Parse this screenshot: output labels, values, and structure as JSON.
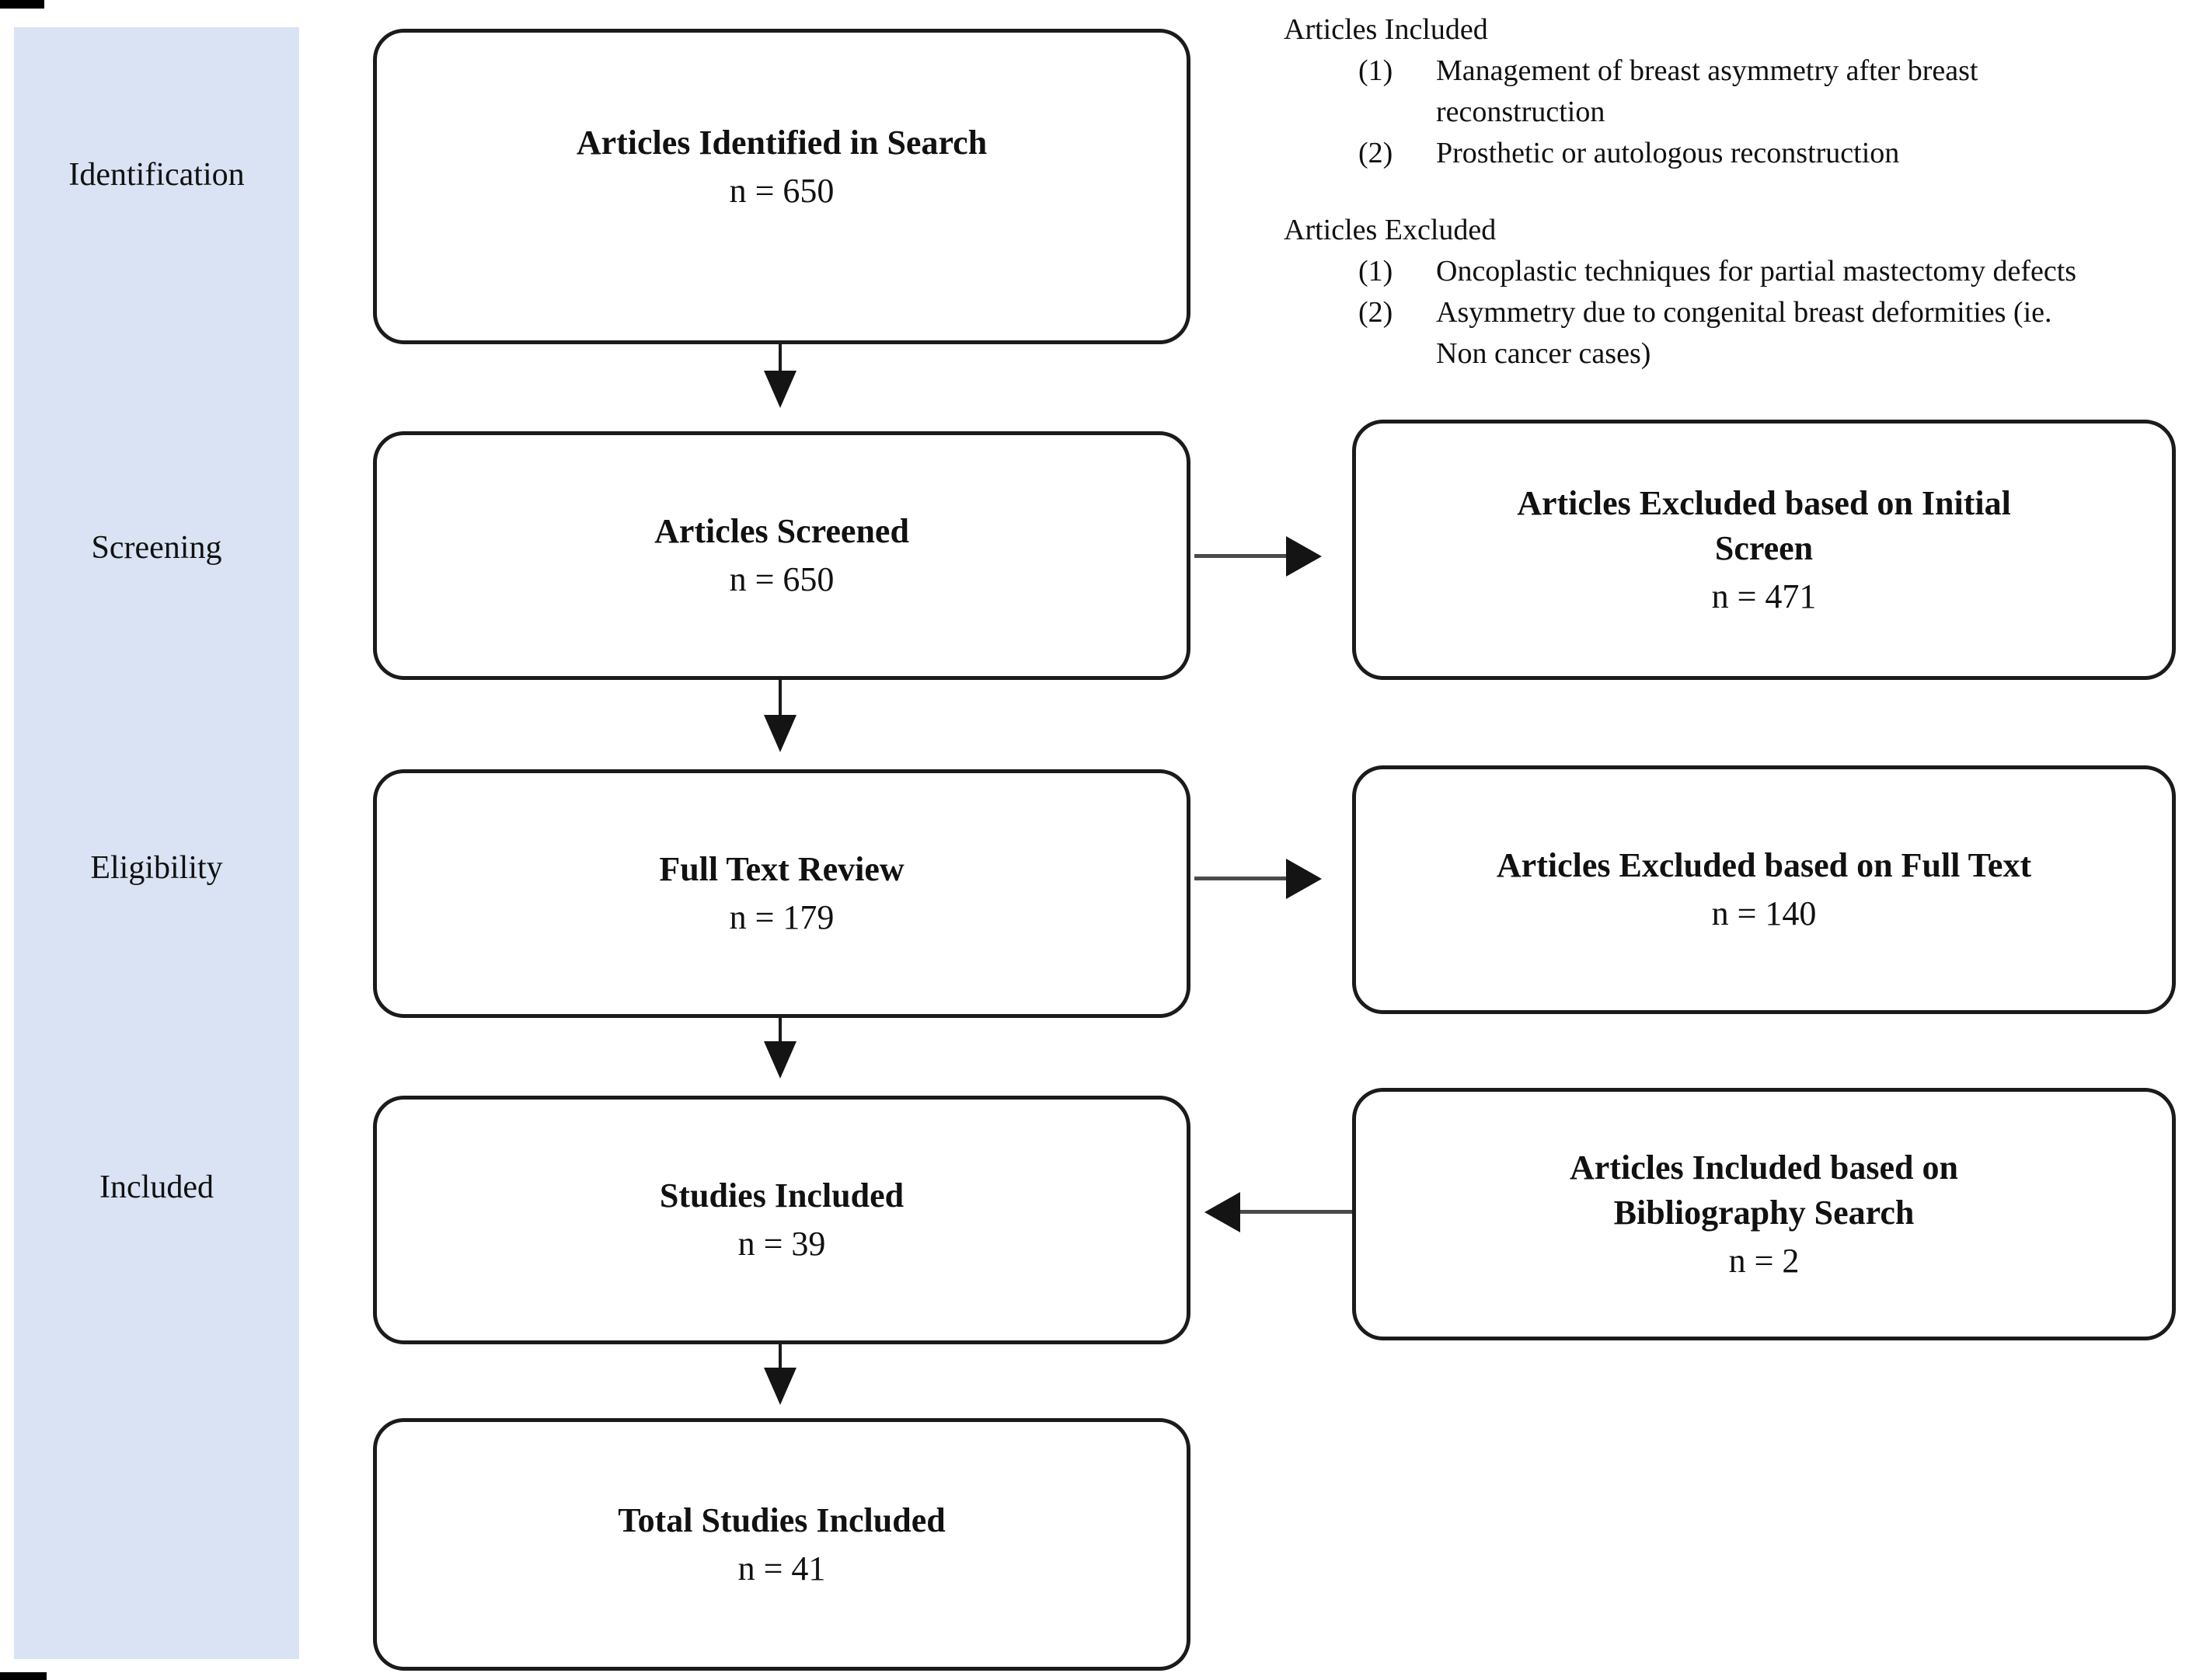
{
  "sidebar": {
    "labels": [
      "Identification",
      "Screening",
      "Eligibility",
      "Included"
    ]
  },
  "flow": {
    "main_boxes": [
      {
        "title": "Articles Identified in Search",
        "count": "n = 650"
      },
      {
        "title": "Articles Screened",
        "count": "n = 650"
      },
      {
        "title": "Full Text Review",
        "count": "n = 179"
      },
      {
        "title": "Studies Included",
        "count": "n = 39"
      },
      {
        "title": "Total Studies Included",
        "count": "n = 41"
      }
    ],
    "side_boxes": [
      {
        "title": "Articles Excluded based on Initial\nScreen",
        "count": "n = 471"
      },
      {
        "title": "Articles Excluded based on Full Text",
        "count": "n = 140"
      },
      {
        "title": "Articles Included based on\nBibliography Search",
        "count": "n = 2"
      }
    ]
  },
  "annotations": {
    "included": {
      "heading": "Articles Included",
      "items": [
        {
          "num": "(1)",
          "text": "Management of breast asymmetry after breast\nreconstruction"
        },
        {
          "num": "(2)",
          "text": "Prosthetic or autologous reconstruction"
        }
      ]
    },
    "excluded": {
      "heading": "Articles Excluded",
      "items": [
        {
          "num": "(1)",
          "text": "Oncoplastic techniques for partial mastectomy defects"
        },
        {
          "num": "(2)",
          "text": "Asymmetry due to congenital breast deformities (ie.\nNon cancer cases)"
        }
      ]
    }
  },
  "colors": {
    "sidebar_bg": "#d9e3f3",
    "box_border": "#1b1b1b",
    "arrow_shaft": "#4a4a4a",
    "arrow_head": "#141414"
  }
}
